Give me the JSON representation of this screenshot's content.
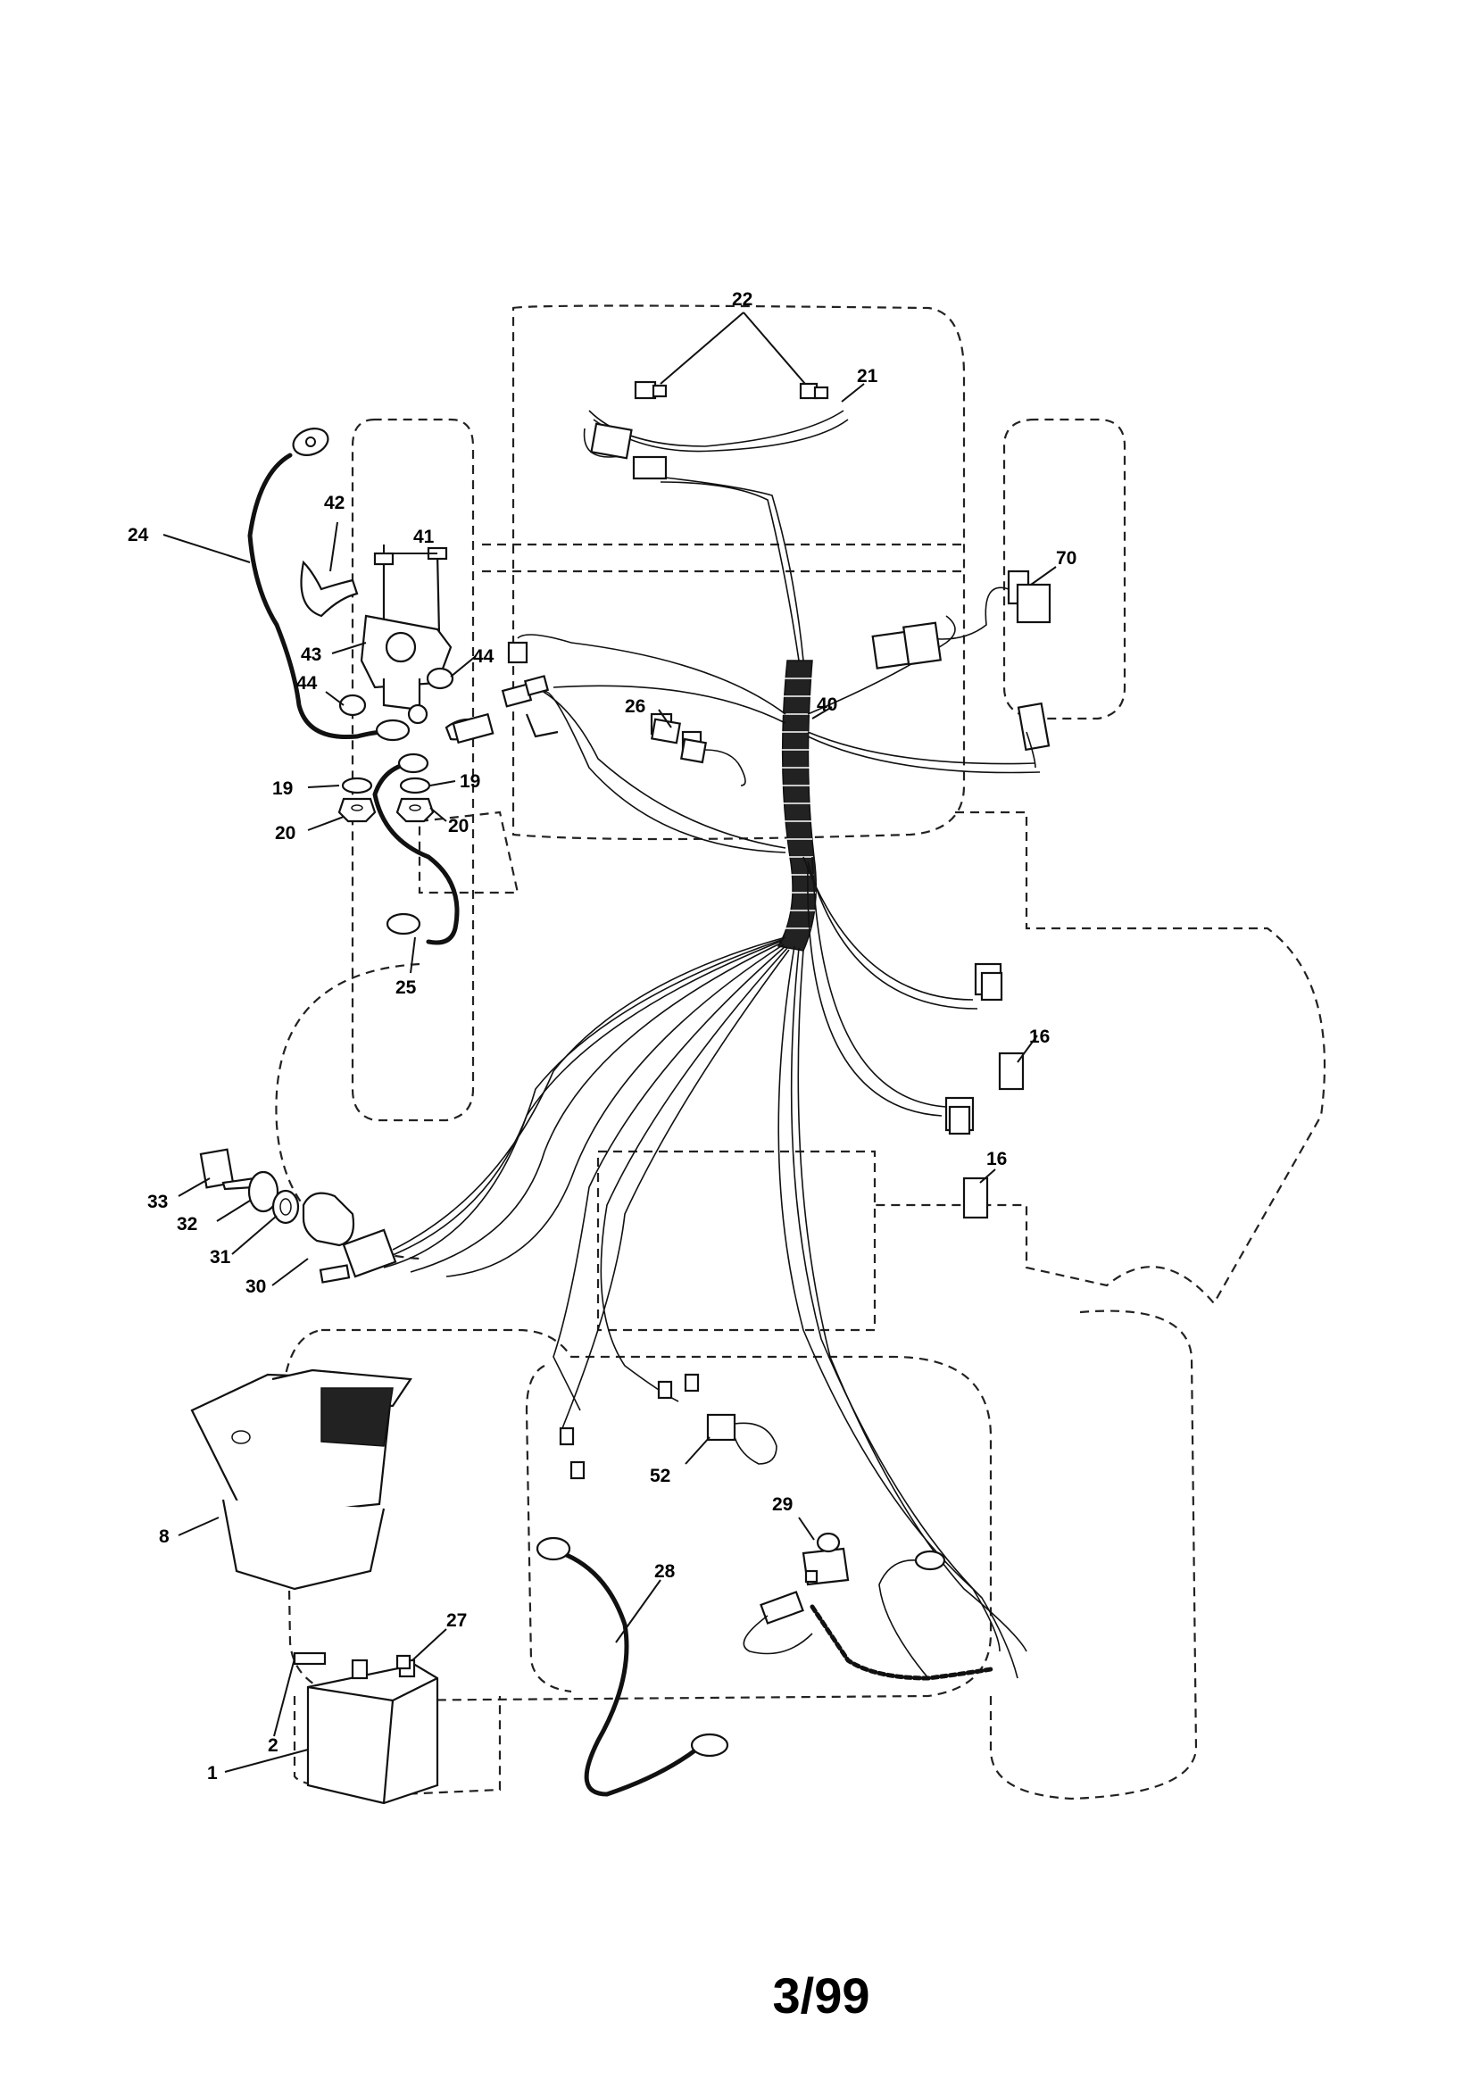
{
  "callouts": {
    "c22": "22",
    "c21": "21",
    "c42": "42",
    "c41": "41",
    "c24": "24",
    "c70": "70",
    "c43": "43",
    "c44a": "44",
    "c44b": "44",
    "c26": "26",
    "c40": "40",
    "c19a": "19",
    "c19b": "19",
    "c20a": "20",
    "c20b": "20",
    "c25": "25",
    "c16a": "16",
    "c16b": "16",
    "c33": "33",
    "c32": "32",
    "c31": "31",
    "c30": "30",
    "c52": "52",
    "c29": "29",
    "c8": "8",
    "c28": "28",
    "c27": "27",
    "c2": "2",
    "c1": "1"
  },
  "page_number": "3/99"
}
